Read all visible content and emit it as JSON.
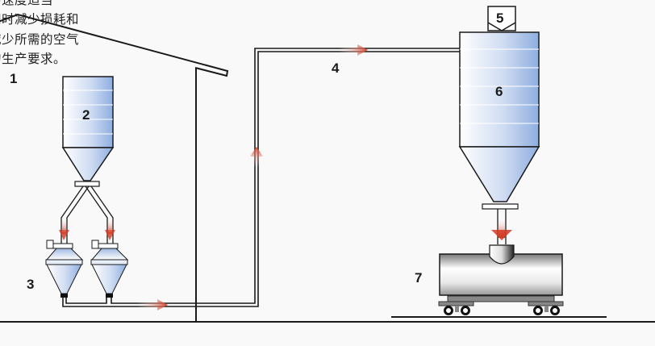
{
  "caption_lines": [
    "的速度适当",
    "同时减少损耗和",
    "减少所需的空气",
    "的生产要求。"
  ],
  "labels": {
    "n1": "1",
    "n2": "2",
    "n3": "3",
    "n4": "4",
    "n5": "5",
    "n6": "6",
    "n7": "7"
  },
  "colors": {
    "flow_arrow": "#c8321e",
    "silo_blue": "#9fb8e0",
    "line": "#1a1a1a"
  }
}
